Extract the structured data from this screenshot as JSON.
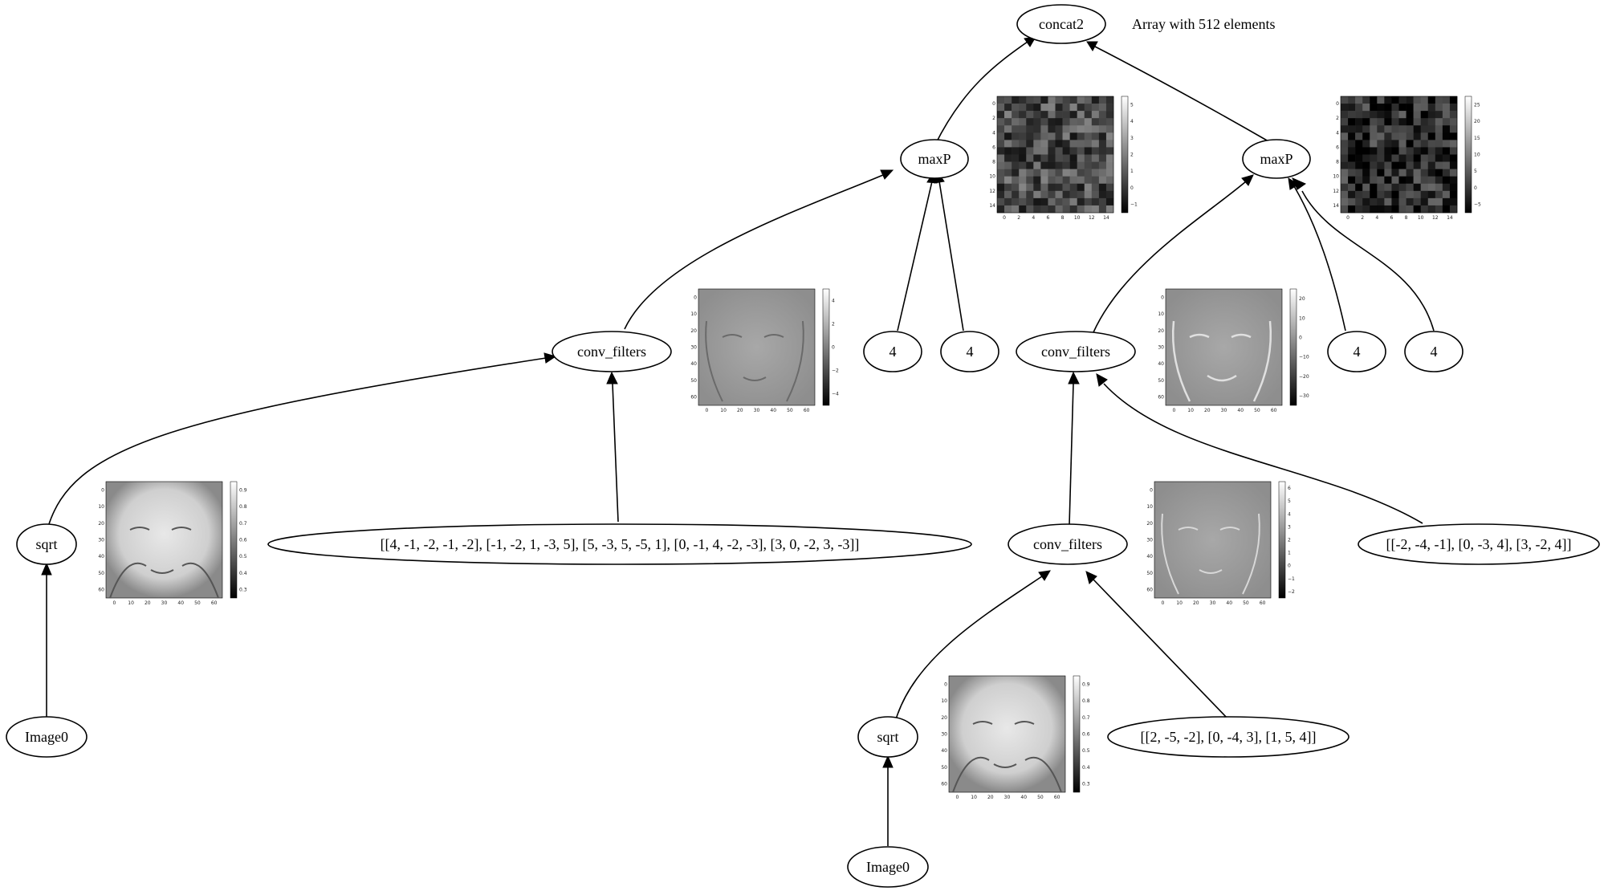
{
  "annotation": "Array with 512 elements",
  "nodes": {
    "concat2": "concat2",
    "maxP_left": "maxP",
    "maxP_right": "maxP",
    "pool_l1": "4",
    "pool_l2": "4",
    "pool_r1": "4",
    "pool_r2": "4",
    "conv_filters_left": "conv_filters",
    "conv_filters_right_top": "conv_filters",
    "conv_filters_right_bottom": "conv_filters",
    "sqrt_left": "sqrt",
    "sqrt_right": "sqrt",
    "image0_left": "Image0",
    "image0_right": "Image0",
    "filters_left": "[[4, -1, -2, -1, -2], [-1, -2, 1, -3, 5], [5, -3, 5, -5, 1], [0, -1, 4, -2, -3], [3, 0, -2, 3, -3]]",
    "filters_right_bottom": "[[2, -5, -2], [0, -4, 3], [1, 5, 4]]",
    "filters_right_top": "[[-2, -4, -1], [0, -3, 4], [3, -2, 4]]"
  },
  "thumbnails": {
    "sqrt_left": {
      "xticks": [
        "0",
        "10",
        "20",
        "30",
        "40",
        "50",
        "60"
      ],
      "yticks": [
        "0",
        "10",
        "20",
        "30",
        "40",
        "50",
        "60"
      ],
      "colorbar": [
        "0.9",
        "0.8",
        "0.7",
        "0.6",
        "0.5",
        "0.4",
        "0.3"
      ]
    },
    "sqrt_right": {
      "xticks": [
        "0",
        "10",
        "20",
        "30",
        "40",
        "50",
        "60"
      ],
      "yticks": [
        "0",
        "10",
        "20",
        "30",
        "40",
        "50",
        "60"
      ],
      "colorbar": [
        "0.9",
        "0.8",
        "0.7",
        "0.6",
        "0.5",
        "0.4",
        "0.3"
      ]
    },
    "conv_left": {
      "xticks": [
        "0",
        "10",
        "20",
        "30",
        "40",
        "50",
        "60"
      ],
      "yticks": [
        "0",
        "10",
        "20",
        "30",
        "40",
        "50",
        "60"
      ],
      "colorbar": [
        "4",
        "2",
        "0",
        "−2",
        "−4"
      ]
    },
    "conv_right_bottom": {
      "xticks": [
        "0",
        "10",
        "20",
        "30",
        "40",
        "50",
        "60"
      ],
      "yticks": [
        "0",
        "10",
        "20",
        "30",
        "40",
        "50",
        "60"
      ],
      "colorbar": [
        "6",
        "5",
        "4",
        "3",
        "2",
        "1",
        "0",
        "−1",
        "−2"
      ]
    },
    "conv_right_top": {
      "xticks": [
        "0",
        "10",
        "20",
        "30",
        "40",
        "50",
        "60"
      ],
      "yticks": [
        "0",
        "10",
        "20",
        "30",
        "40",
        "50",
        "60"
      ],
      "colorbar": [
        "20",
        "10",
        "0",
        "−10",
        "−20",
        "−30"
      ]
    },
    "maxp_left": {
      "xticks": [
        "0",
        "2",
        "4",
        "6",
        "8",
        "10",
        "12",
        "14"
      ],
      "yticks": [
        "0",
        "2",
        "4",
        "6",
        "8",
        "10",
        "12",
        "14"
      ],
      "colorbar": [
        "5",
        "4",
        "3",
        "2",
        "1",
        "0",
        "−1"
      ]
    },
    "maxp_right": {
      "xticks": [
        "0",
        "2",
        "4",
        "6",
        "8",
        "10",
        "12",
        "14"
      ],
      "yticks": [
        "0",
        "2",
        "4",
        "6",
        "8",
        "10",
        "12",
        "14"
      ],
      "colorbar": [
        "25",
        "20",
        "15",
        "10",
        "5",
        "0",
        "−5"
      ]
    }
  }
}
